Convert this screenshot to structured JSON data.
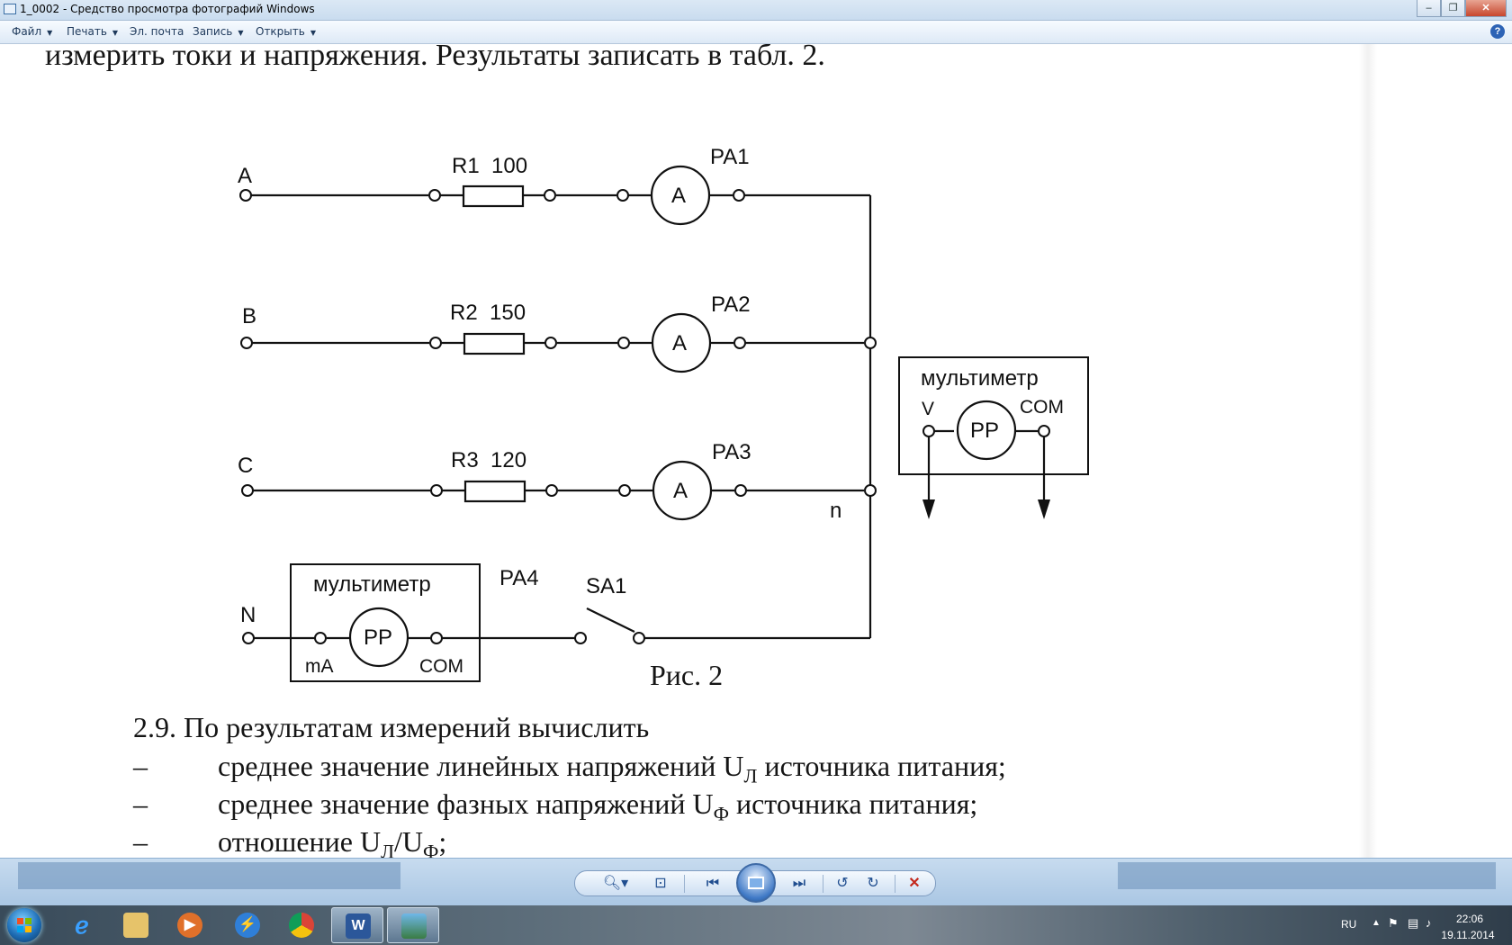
{
  "window": {
    "title": "1_0002 - Средство просмотра фотографий Windows",
    "minimize": "–",
    "maximize": "❐",
    "close": "✕"
  },
  "menu": {
    "items": [
      {
        "label": "Файл",
        "dropdown": true
      },
      {
        "label": "Печать",
        "dropdown": true
      },
      {
        "label": "Эл. почта",
        "dropdown": false
      },
      {
        "label": "Запись",
        "dropdown": true
      },
      {
        "label": "Открыть",
        "dropdown": true
      }
    ],
    "help": "?"
  },
  "document": {
    "top_line": "измерить токи и напряжения. Результаты записать в табл. 2.",
    "figure_caption": "Рис. 2",
    "section_heading": "2.9. По результатам измерений вычислить",
    "bullets": [
      {
        "dash": "–",
        "text": "среднее значение линейных напряжений U",
        "sub": "Л",
        "tail": " источника питания;"
      },
      {
        "dash": "–",
        "text": "среднее значение фазных напряжений U",
        "sub": "Ф",
        "tail": " источника питания;"
      },
      {
        "dash": "–",
        "text": "отношение U",
        "sub": "Л",
        "tail": "/U",
        "sub2": "Ф",
        "tail2": ";"
      }
    ]
  },
  "circuit": {
    "phases": [
      {
        "node": "A",
        "resistor": "R1  100",
        "ammeter": "PA1",
        "meter_symbol": "A"
      },
      {
        "node": "B",
        "resistor": "R2  150",
        "ammeter": "PA2",
        "meter_symbol": "A"
      },
      {
        "node": "C",
        "resistor": "R3  120",
        "ammeter": "PA3",
        "meter_symbol": "A"
      }
    ],
    "neutral_point": "n",
    "neutral_node": "N",
    "pa4": {
      "label": "PA4",
      "box_title": "мультиметр",
      "symbol": "PP",
      "left_terminal": "mA",
      "right_terminal": "COM"
    },
    "switch": "SA1",
    "voltmeter": {
      "box_title": "мультиметр",
      "symbol": "PP",
      "left_terminal": "V",
      "right_terminal": "COM"
    }
  },
  "controls": {
    "buttons": [
      "zoom-icon",
      "fit-window-icon",
      "previous-icon",
      "slideshow-icon",
      "next-icon",
      "rotate-left-icon",
      "rotate-right-icon",
      "delete-icon"
    ]
  },
  "taskbar": {
    "apps": [
      "internet-explorer-icon",
      "file-explorer-icon",
      "media-player-icon",
      "thunder-icon",
      "chrome-icon",
      "word-icon",
      "photo-viewer-icon"
    ],
    "word_label": "W",
    "language": "RU",
    "time": "22:06",
    "date": "19.11.2014"
  }
}
